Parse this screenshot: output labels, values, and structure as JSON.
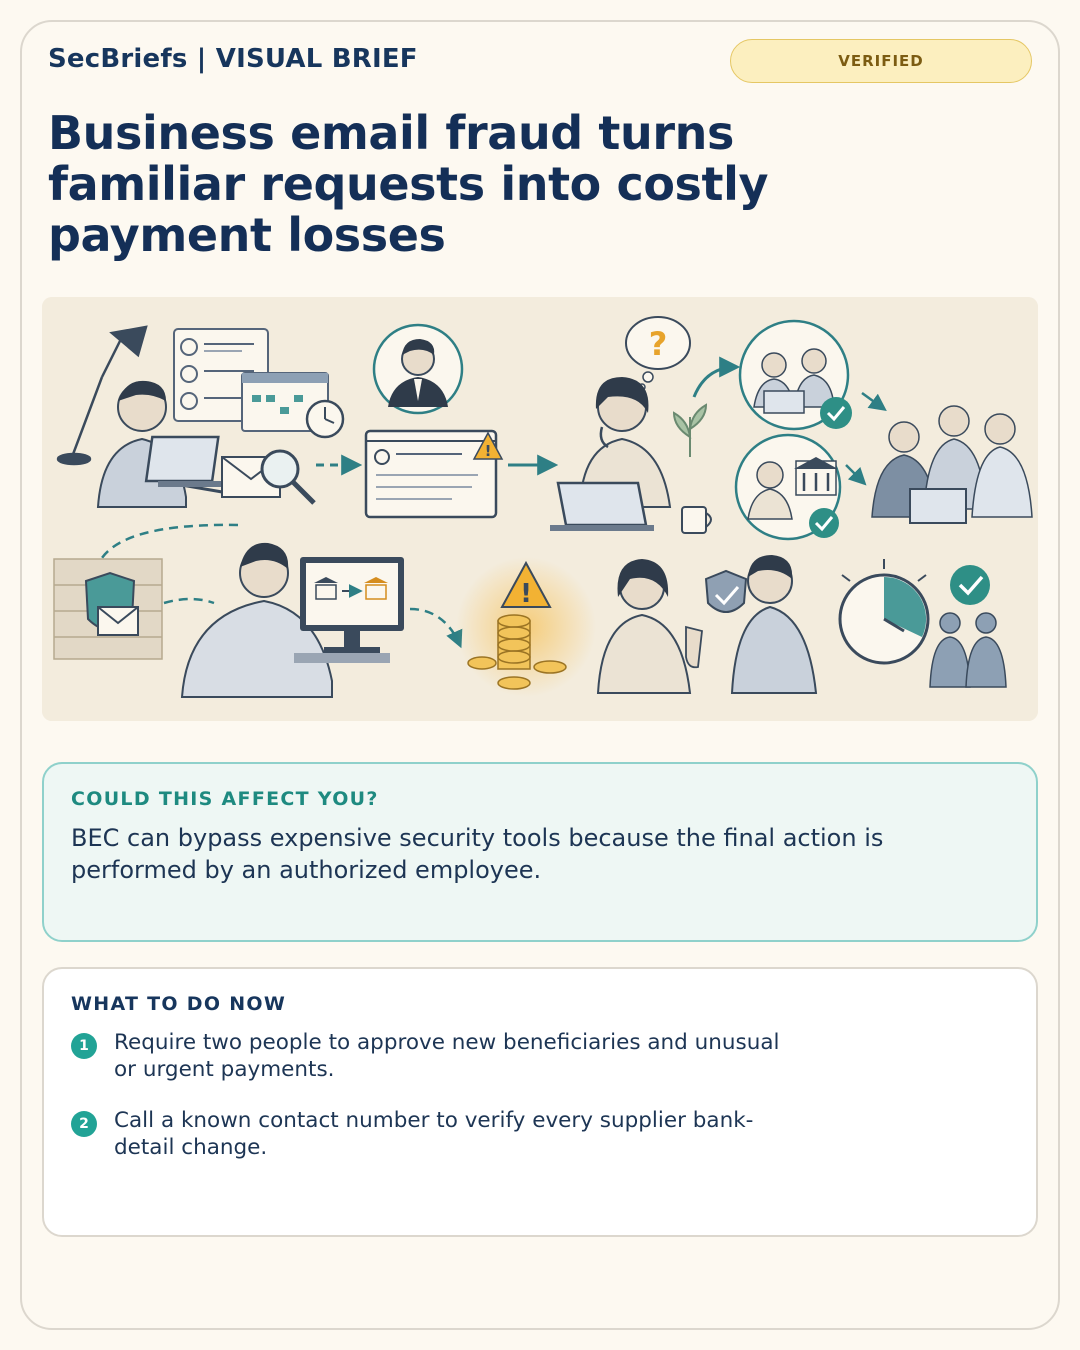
{
  "header": {
    "brand": "SecBriefs | VISUAL BRIEF",
    "badge": "VERIFIED"
  },
  "title": "Business email fraud turns familiar requests into costly payment losses",
  "illustration": {
    "icons": [
      "desk-lamp-icon",
      "contact-list-icon",
      "calendar-icon",
      "clock-icon",
      "email-icon",
      "magnifier-icon",
      "executive-avatar-icon",
      "fake-email-window",
      "warning-icon",
      "question-bubble-icon",
      "laptop-icon",
      "mug-icon",
      "plant-icon",
      "check-icon",
      "bank-icon",
      "shield-email-icon",
      "bank-transfer-screen",
      "coins-icon",
      "shield-check-icon",
      "stop-hand-icon",
      "timer-clock-icon",
      "people-icon"
    ]
  },
  "affect": {
    "heading": "COULD THIS AFFECT YOU?",
    "body": "BEC can bypass expensive security tools because the final action is performed by an authorized employee."
  },
  "todo": {
    "heading": "WHAT TO DO NOW",
    "steps": [
      {
        "num": "1",
        "text": "Require two people to approve new beneficiaries and unusual or urgent payments."
      },
      {
        "num": "2",
        "text": "Call a known contact number to verify every supplier bank-detail change."
      }
    ]
  },
  "colors": {
    "navy": "#17365d",
    "teal": "#22a396",
    "badge_bg": "#fcefbf",
    "warning": "#f2b233",
    "cream": "#fdf9f1"
  }
}
